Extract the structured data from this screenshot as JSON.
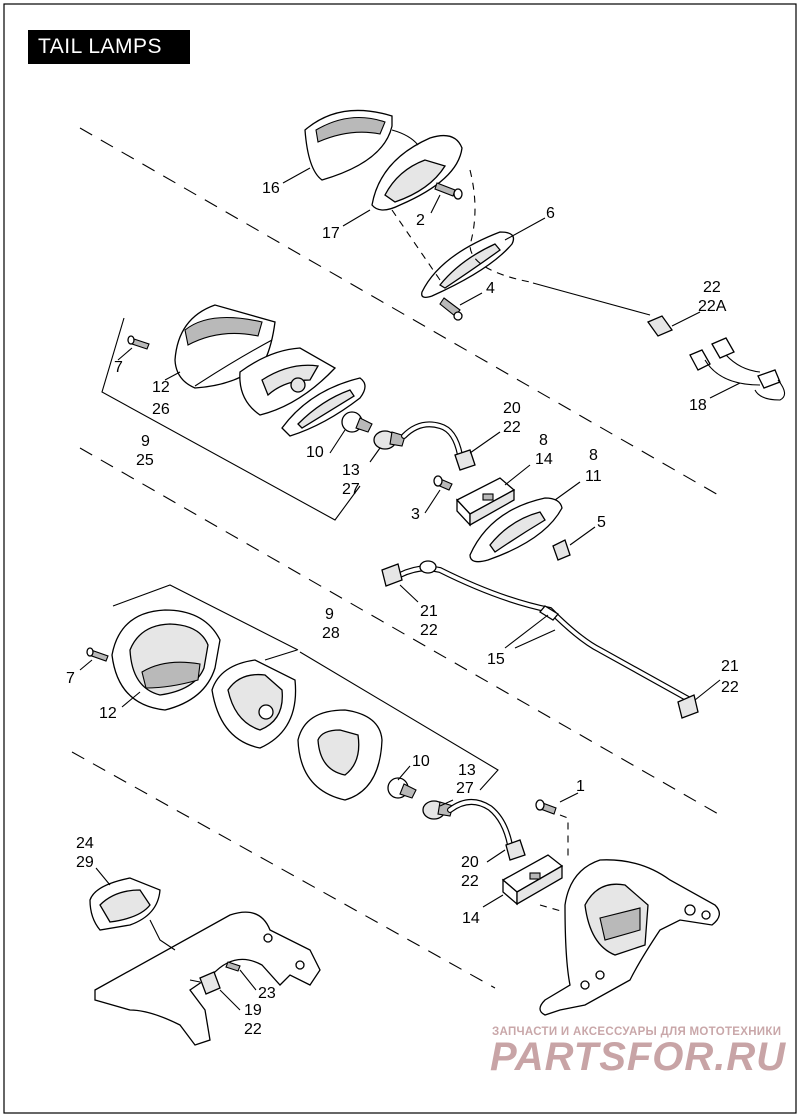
{
  "title": "TAIL LAMPS",
  "watermark": {
    "line1": "ЗАПЧАСТИ И АКСЕССУАРЫ ДЛЯ МОТОТЕХНИКИ",
    "line2": "PARTSFOR.RU"
  },
  "callouts": {
    "c16": "16",
    "c17": "17",
    "c2a": "2",
    "c6": "6",
    "c4": "4",
    "c22a": "22",
    "c22A": "22A",
    "c18": "18",
    "c7a": "7",
    "c12a": "12",
    "c26": "26",
    "c9a": "9",
    "c25": "25",
    "c10a": "10",
    "c13a": "13",
    "c27a": "27",
    "c20a": "20",
    "c22b": "22",
    "c8a": "8",
    "c14a": "14",
    "c8b": "8",
    "c11": "11",
    "c3": "3",
    "c5": "5",
    "c21a": "21",
    "c22c": "22",
    "c15": "15",
    "c21b": "21",
    "c22d": "22",
    "c9b": "9",
    "c28": "28",
    "c7b": "7",
    "c12b": "12",
    "c10b": "10",
    "c13b": "13",
    "c27b": "27",
    "c1": "1",
    "c20b": "20",
    "c22e": "22",
    "c14b": "14",
    "c24": "24",
    "c29": "29",
    "c23": "23",
    "c19": "19",
    "c22f": "22"
  },
  "colors": {
    "line": "#000000",
    "background": "#ffffff",
    "title_bg": "#000000",
    "title_fg": "#ffffff",
    "watermark": "#c8a4a6"
  }
}
